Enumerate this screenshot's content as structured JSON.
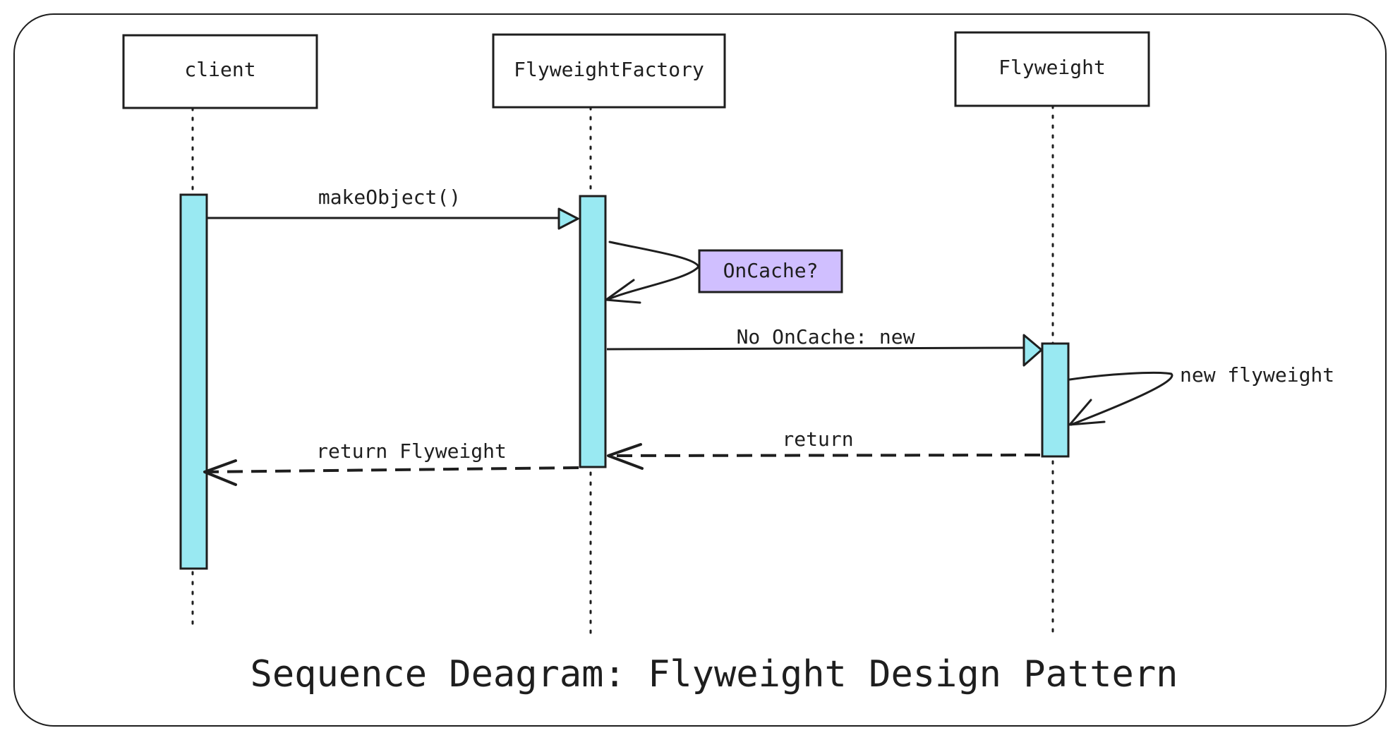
{
  "participants": [
    {
      "id": "client",
      "label": "client"
    },
    {
      "id": "factory",
      "label": "FlyweightFactory"
    },
    {
      "id": "flyweight",
      "label": "Flyweight"
    }
  ],
  "messages": [
    {
      "label": "makeObject()",
      "from": "client",
      "to": "factory",
      "style": "solid",
      "arrowhead": "open-triangle"
    },
    {
      "label": "No OnCache: new",
      "from": "factory",
      "to": "flyweight",
      "style": "solid",
      "arrowhead": "open-triangle"
    },
    {
      "label": "new flyweight",
      "from": "flyweight",
      "to": "flyweight",
      "style": "self",
      "arrowhead": "open"
    },
    {
      "label": "return",
      "from": "flyweight",
      "to": "factory",
      "style": "dashed",
      "arrowhead": "open"
    },
    {
      "label": "return Flyweight",
      "from": "factory",
      "to": "client",
      "style": "dashed",
      "arrowhead": "open"
    }
  ],
  "self_check": {
    "label": "OnCache?",
    "on": "factory"
  },
  "title": "Sequence Deagram: Flyweight Design Pattern",
  "colors": {
    "activation": "#99e9f2",
    "note": "#d0bfff",
    "stroke": "#1e1e1e",
    "background": "#ffffff"
  }
}
